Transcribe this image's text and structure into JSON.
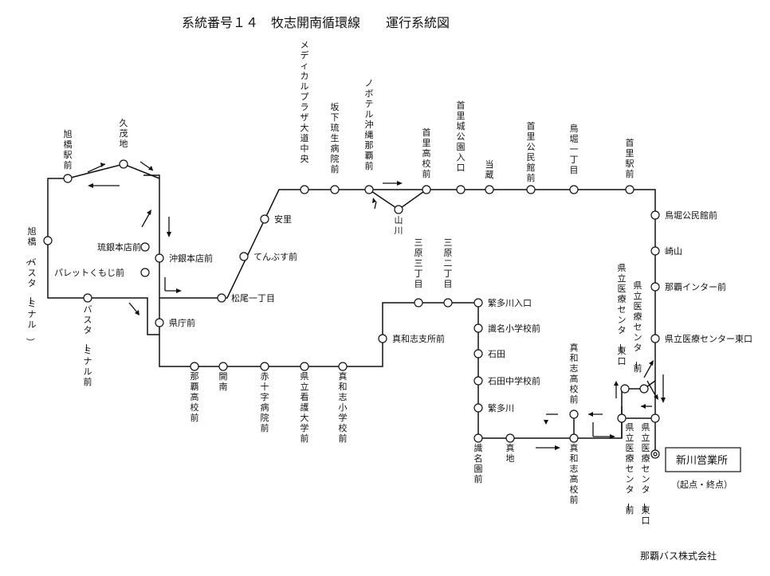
{
  "title": "系統番号１４　牧志開南循環線　　運行系統図",
  "company": "那覇バス株式会社",
  "depot": {
    "name": "新川営業所",
    "note": "（起点・終点）"
  },
  "stops": {
    "asahibashi_eki": "旭橋駅前",
    "kumoji": "久茂地",
    "asahibashi_terminal": "旭橋（バスターミナル）",
    "ryugin": "琉銀本店前",
    "palette": "パレットくもじ前",
    "okigin": "沖銀本店前",
    "kencho": "県庁前",
    "bus_terminal": "バスターミナル前",
    "matsuo": "松尾一丁目",
    "tenbusu": "てんぶす前",
    "asato": "安里",
    "medical_plaza": "メディカルプラザ大道中央",
    "sakashita": "坂下琉生病院前",
    "novotel": "ノボテル沖縄那覇前",
    "yamakawa": "山川",
    "shuri_koko": "首里高校前",
    "shurijo": "首里城公園入口",
    "tokura": "当蔵",
    "shuri_kominkan": "首里公民館前",
    "torihori_1": "鳥堀一丁目",
    "shuri_eki": "首里駅前",
    "torihori_kominkan": "鳥堀公民館前",
    "sakiyama": "崎山",
    "naha_ic": "那覇インター前",
    "kenritsu_higashi": "県立医療センター東口",
    "naha_koko": "那覇高校前",
    "kainan": "開南",
    "sekijuji": "赤十字病院前",
    "kango_daigaku": "県立看護大学前",
    "mawashi_shogakko": "真和志小学校前",
    "mawashi_shisho": "真和志支所前",
    "hara_3": "三原三丁目",
    "hara_2": "三原二丁目",
    "shigetagawa_iriguchi": "繁多川入口",
    "shimei_shogakko": "識名小学校前",
    "ishida": "石田",
    "ishida_chugakko": "石田中学校前",
    "shigetagawa": "繁多川",
    "shikinaen": "識名園前",
    "maji": "真地",
    "mawashi_koko": "真和志高校前",
    "kenritsu_center": "県立医療センター前",
    "kenritsu_center_higashi": "県立医療センター東口"
  }
}
